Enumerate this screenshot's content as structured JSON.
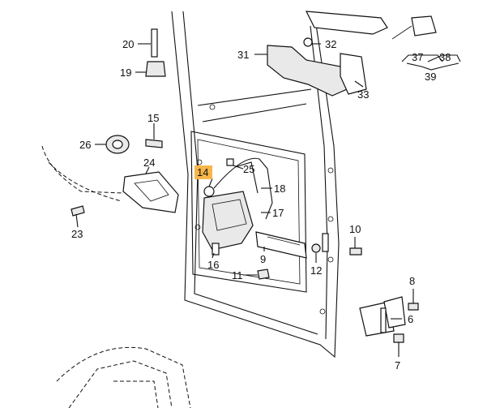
{
  "callouts": [
    {
      "id": "20",
      "text": "20"
    },
    {
      "id": "19",
      "text": "19"
    },
    {
      "id": "15",
      "text": "15"
    },
    {
      "id": "26",
      "text": "26"
    },
    {
      "id": "24",
      "text": "24"
    },
    {
      "id": "23",
      "text": "23"
    },
    {
      "id": "14",
      "text": "14"
    },
    {
      "id": "25",
      "text": "25"
    },
    {
      "id": "18",
      "text": "18"
    },
    {
      "id": "17",
      "text": "17"
    },
    {
      "id": "16",
      "text": "16"
    },
    {
      "id": "9",
      "text": "9"
    },
    {
      "id": "11",
      "text": "11"
    },
    {
      "id": "12",
      "text": "12"
    },
    {
      "id": "10",
      "text": "10"
    },
    {
      "id": "8",
      "text": "8"
    },
    {
      "id": "6",
      "text": "6"
    },
    {
      "id": "7",
      "text": "7"
    },
    {
      "id": "31",
      "text": "31"
    },
    {
      "id": "32",
      "text": "32"
    },
    {
      "id": "33",
      "text": "33"
    },
    {
      "id": "37",
      "text": "37"
    },
    {
      "id": "38",
      "text": "38"
    },
    {
      "id": "39",
      "text": "39"
    }
  ],
  "highlight_color": "#f7b54a"
}
